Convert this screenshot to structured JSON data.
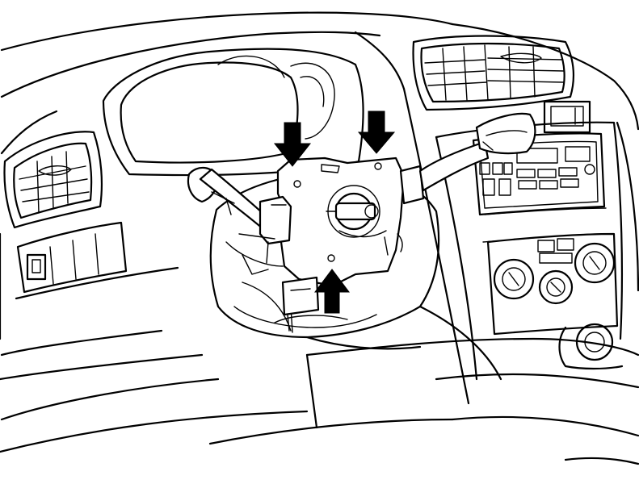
{
  "figure": {
    "colors": {
      "line": "#000000",
      "background": "#ffffff"
    },
    "parts": [
      "dashboard",
      "instrument-cluster-opening",
      "left-air-vent",
      "center-air-vent",
      "switch-panel",
      "steering-column",
      "combination-switch",
      "turn-signal-lever",
      "wiper-lever",
      "audio-unit",
      "climate-control-panel",
      "cigarette-lighter"
    ],
    "arrows": [
      {
        "id": "arrow-top-left",
        "direction": "down"
      },
      {
        "id": "arrow-top-right",
        "direction": "down"
      },
      {
        "id": "arrow-bottom",
        "direction": "up"
      }
    ]
  }
}
